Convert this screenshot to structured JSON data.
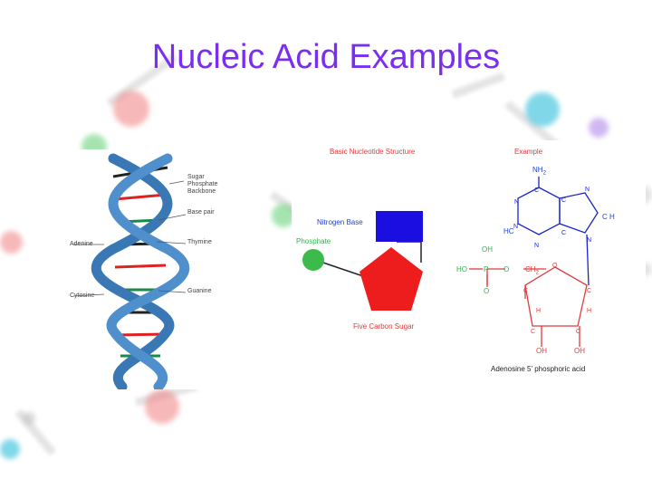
{
  "slide": {
    "title": "Nucleic Acid Examples"
  },
  "dna_figure": {
    "labels": {
      "backbone": [
        "Sugar",
        "Phosphate",
        "Backbone"
      ],
      "base_pair": "Base pair",
      "adenine": "Adenine",
      "thymine": "Thymine",
      "cytosine": "Cytosine",
      "guanine": "Guanine"
    }
  },
  "nucleotide_figure": {
    "heading": "Basic Nucleotide Structure",
    "nitrogen_base": "Nitrogen Base",
    "phosphate": "Phosphate",
    "sugar": "Five Carbon Sugar"
  },
  "example_figure": {
    "heading": "Example",
    "nh2": "NH",
    "nh2_sub": "2",
    "ch": "C H",
    "hc": "HC",
    "oh_top": "OH",
    "ho": "HO",
    "p": "P",
    "o": "O",
    "ch2": "CH",
    "ch2_sub": "2",
    "h": "H",
    "oh_left": "OH",
    "oh_right": "OH",
    "caption": "Adenosine 5' phosphoric acid"
  },
  "colors": {
    "title": "#7a2ff0",
    "blue": "#2244cc",
    "red": "#e02020",
    "green": "#3dbb4a"
  }
}
